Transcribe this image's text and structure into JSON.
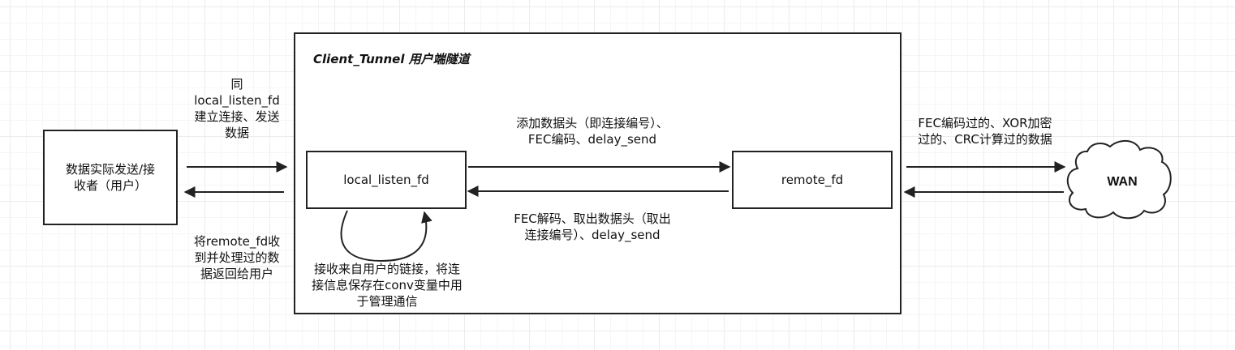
{
  "tunnel": {
    "title": "Client_Tunnel 用户端隧道"
  },
  "user_box": {
    "line1": "数据实际发送/接",
    "line2": "收者（用户）"
  },
  "local_box": {
    "label": "local_listen_fd"
  },
  "remote_box": {
    "label": "remote_fd"
  },
  "wan": {
    "label": "WAN"
  },
  "left_top_text": [
    "同",
    "local_listen_fd",
    "建立连接、发送",
    "数据"
  ],
  "left_bottom_text": [
    "将remote_fd收",
    "到并处理过的数",
    "据返回给用户"
  ],
  "mid_top_text": [
    "添加数据头（即连接编号）、",
    "FEC编码、delay_send"
  ],
  "mid_bottom_text": [
    "FEC解码、取出数据头（取出",
    "连接编号）、delay_send"
  ],
  "loop_text": [
    "接收来自用户的链接，将连",
    "接信息保存在conv变量中用",
    "于管理通信"
  ],
  "right_top_text": [
    "FEC编码过的、XOR加密",
    "过的、CRC计算过的数据"
  ]
}
